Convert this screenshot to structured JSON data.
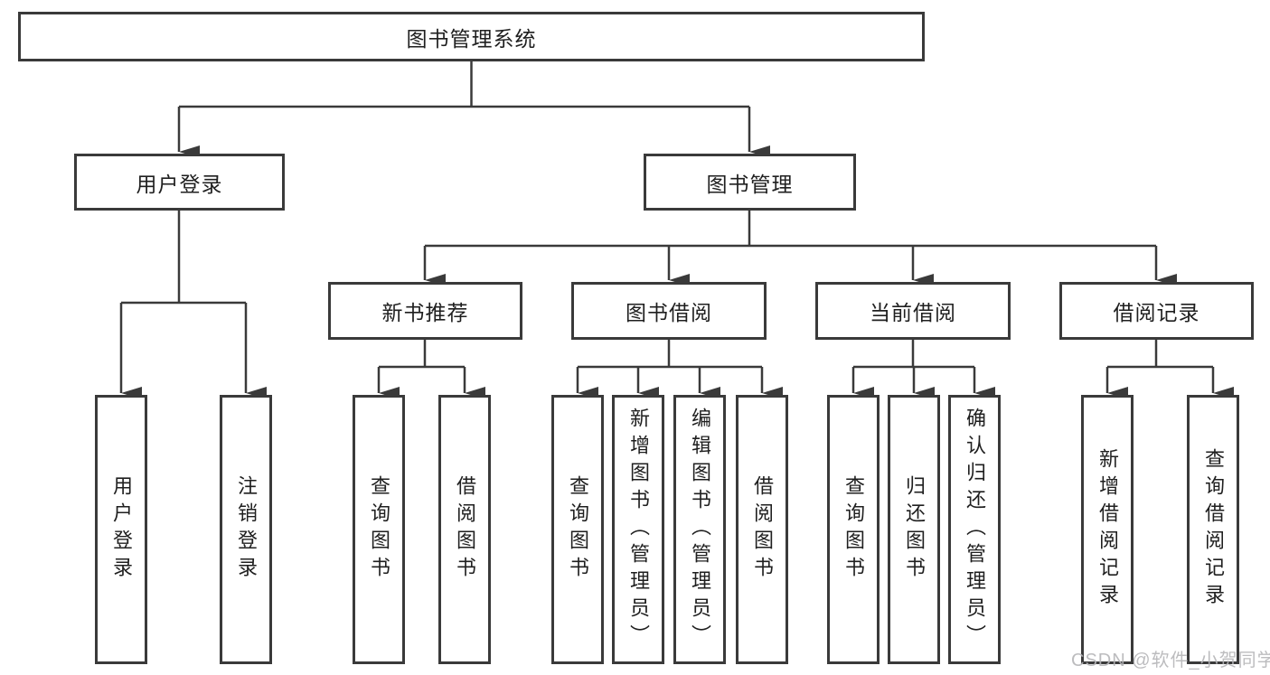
{
  "tree": {
    "label": "图书管理系统",
    "children": [
      {
        "label": "用户登录",
        "children": [
          {
            "label": "用户登录"
          },
          {
            "label": "注销登录"
          }
        ]
      },
      {
        "label": "图书管理",
        "children": [
          {
            "label": "新书推荐",
            "children": [
              {
                "label": "查询图书"
              },
              {
                "label": "借阅图书"
              }
            ]
          },
          {
            "label": "图书借阅",
            "children": [
              {
                "label": "查询图书"
              },
              {
                "label": "新增图书（管理员）"
              },
              {
                "label": "编辑图书（管理员）"
              },
              {
                "label": "借阅图书"
              }
            ]
          },
          {
            "label": "当前借阅",
            "children": [
              {
                "label": "查询图书"
              },
              {
                "label": "归还图书"
              },
              {
                "label": "确认归还（管理员）"
              }
            ]
          },
          {
            "label": "借阅记录",
            "children": [
              {
                "label": "新增借阅记录"
              },
              {
                "label": "查询借阅记录"
              }
            ]
          }
        ]
      }
    ]
  },
  "watermark": {
    "text": "CSDN @软件_小贺同学"
  },
  "colors": {
    "line": "#3a3a3a",
    "box_border": "#3a3a3a",
    "box_fill": "#ffffff",
    "text": "#1f1f1f",
    "watermark": "#b5b5b8",
    "background": "#ffffff"
  }
}
